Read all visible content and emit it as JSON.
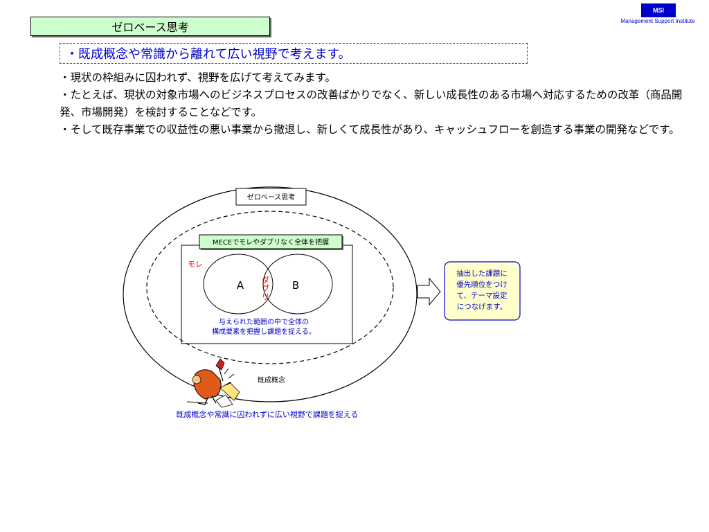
{
  "header": {
    "title": "ゼロベース思考",
    "logo_abbr": "MSI",
    "logo_name": "Management Support Institute"
  },
  "headline": "・既成概念や常識から離れて広い視野で考えます。",
  "paragraphs": [
    "・現状の枠組みに囚われず、視野を広げて考えてみます。",
    "・たとえば、現状の対象市場へのビジネスプロセスの改善ばかりでなく、新しい成長性のある市場へ対応するための改革（商品開発、市場開発）を検討することなどです。",
    "・そして既存事業での収益性の悪い事業から撤退し、新しくて成長性があり、キャッシュフローを創造する事業の開発などです。"
  ],
  "diagram": {
    "outer_label": "ゼロベース思考",
    "mece_label": "MECEでモレやダブリなく全体を把握",
    "more_label": "モレ",
    "daburi_label": "ダブリ",
    "circle_a": "A",
    "circle_b": "B",
    "inner_caption_1": "与えられた範囲の中で全体の",
    "inner_caption_2": "構成要素を把握し課題を捉える。",
    "kisei_label": "既成概念",
    "bottom_caption": "既成概念や常識に囚われずに広い視野で課題を捉える",
    "output_1": "抽出した課題に",
    "output_2": "優先順位をつけ",
    "output_3": "て、テーマ設定",
    "output_4": "につなげます。"
  },
  "colors": {
    "title_bg": "#ccffcc",
    "accent_blue": "#0000cc",
    "red": "#ff0000",
    "output_bg": "#ffffcc"
  }
}
